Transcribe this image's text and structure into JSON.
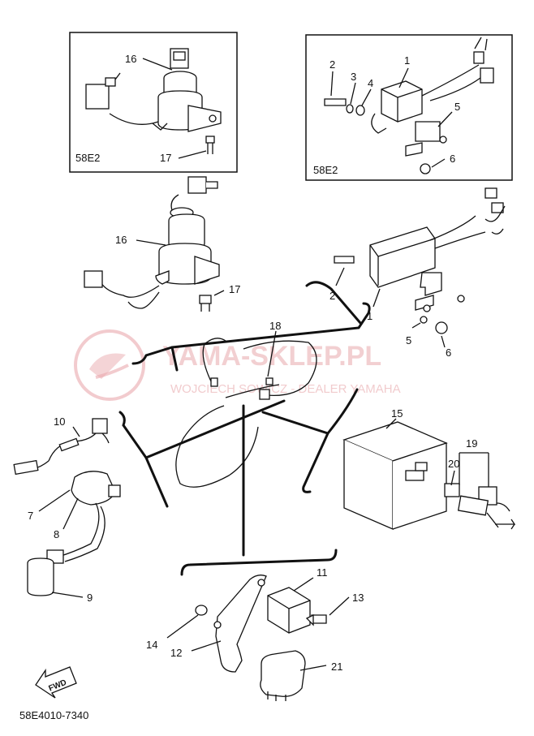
{
  "diagram": {
    "part_numbers": {
      "p1_top": "1",
      "p2_top": "2",
      "p3": "3",
      "p4": "4",
      "p5_top": "5",
      "p6_top": "6",
      "p16_top": "16",
      "p17_top": "17",
      "p16": "16",
      "p17": "17",
      "p2": "2",
      "p1": "1",
      "p5": "5",
      "p6": "6",
      "p18": "18",
      "p10": "10",
      "p7": "7",
      "p8": "8",
      "p9": "9",
      "p15": "15",
      "p19": "19",
      "p20": "20",
      "p11": "11",
      "p13": "13",
      "p14": "14",
      "p12": "12",
      "p21": "21"
    },
    "variant_left": "58E2",
    "variant_right": "58E2",
    "fwd_label": "FWD",
    "figure_code": "58E4010-7340",
    "watermark_main": "YAMA-SKLEP.PL",
    "watermark_sub": "WOJCIECH SOWICZ - DEALER YAMAHA"
  }
}
